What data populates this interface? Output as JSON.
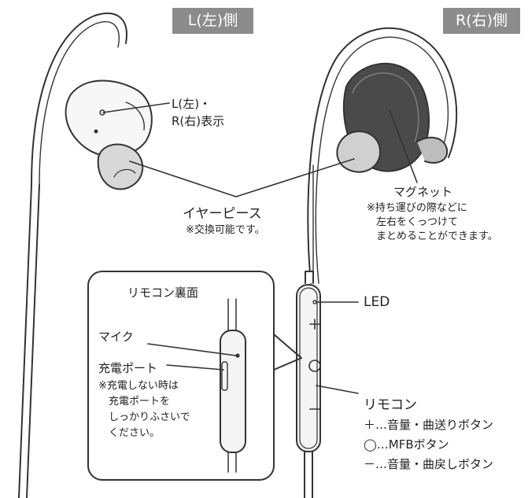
{
  "badges": {
    "left": "L(左)側",
    "right": "R(右)側"
  },
  "lr_indicator": {
    "line1": "L(左)・",
    "line2": "R(右)表示"
  },
  "earpiece": {
    "label": "イヤーピース",
    "note": "※交換可能です。"
  },
  "magnet": {
    "label": "マグネット",
    "note_lines": [
      "※持ち運びの際などに",
      "左右をくっつけて",
      "まとめることができます。"
    ]
  },
  "inset": {
    "title": "リモコン裏面",
    "mic": "マイク",
    "charge_port": "充電ポート",
    "charge_note_lines": [
      "※充電しない時は",
      "充電ポートを",
      "しっかりふさいで",
      "ください。"
    ]
  },
  "led": "LED",
  "remote": {
    "label": "リモコン",
    "functions": [
      "＋…音量・曲送りボタン",
      "◯…MFBボタン",
      "－…音量・曲戻しボタン"
    ]
  }
}
